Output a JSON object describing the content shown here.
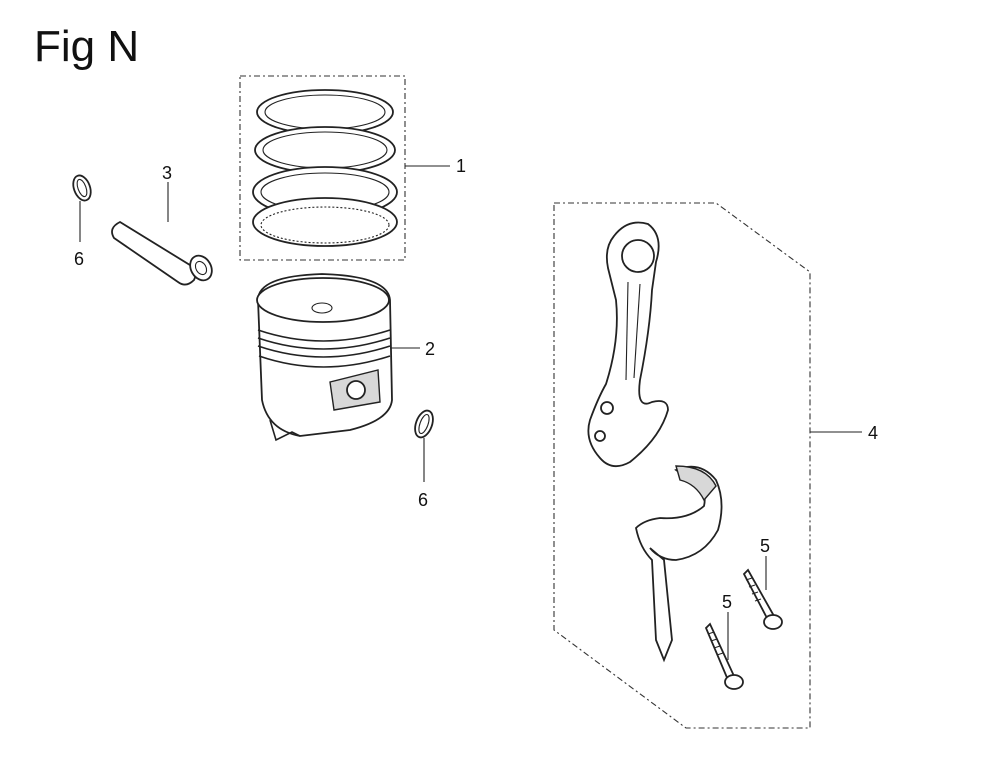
{
  "figure": {
    "title": "Fig N"
  },
  "callouts": {
    "piston_ring_set": "1",
    "piston": "2",
    "piston_pin": "3",
    "connecting_rod_assembly": "4",
    "rod_bolt_a": "5",
    "rod_bolt_b": "5",
    "pin_clip_left": "6",
    "pin_clip_right": "6"
  }
}
